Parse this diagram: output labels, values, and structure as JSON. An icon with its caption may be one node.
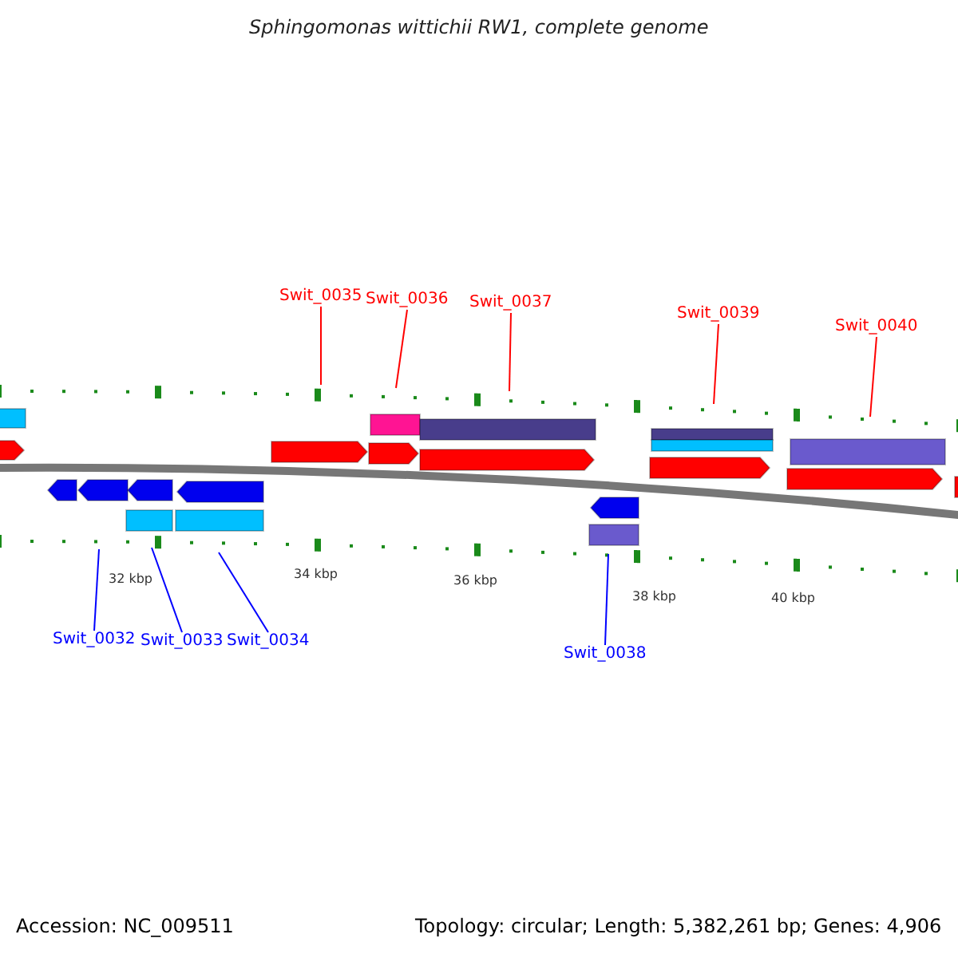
{
  "diagram": {
    "title": "Sphingomonas wittichii RW1, complete genome",
    "nodes": [
      {
        "text": [
          "Swit_0035"
        ]
      },
      {
        "text": [
          "Swit_0036"
        ]
      },
      {
        "text": [
          "Swit_0037"
        ]
      },
      {
        "text": [
          "Swit_0039"
        ]
      },
      {
        "text": [
          "Swit_0040"
        ]
      },
      {
        "text": [
          "Swit_0032"
        ]
      },
      {
        "text": [
          "Swit_0033"
        ]
      },
      {
        "text": [
          "Swit_0034"
        ]
      },
      {
        "text": [
          "Swit_0038"
        ]
      }
    ],
    "edges": [
      {
        "from": 0,
        "to": null,
        "arrow": "none"
      },
      {
        "from": 1,
        "to": null,
        "arrow": "none"
      },
      {
        "from": 2,
        "to": null,
        "arrow": "none"
      },
      {
        "from": 3,
        "to": null,
        "arrow": "none"
      },
      {
        "from": 4,
        "to": null,
        "arrow": "none"
      },
      {
        "from": 5,
        "to": null,
        "arrow": "none",
        "color": "#0000ff"
      },
      {
        "from": 6,
        "to": null,
        "arrow": "none",
        "color": "#0000ff"
      },
      {
        "from": 7,
        "to": null,
        "arrow": "none",
        "color": "#0000ff"
      },
      {
        "from": 8,
        "to": null,
        "arrow": "none",
        "color": "#0000ff"
      }
    ],
    "labels": [
      "32 kbp",
      "34 kbp",
      "36 kbp",
      "38 kbp",
      "40 kbp",
      "Accession: NC_009511",
      "Topology: circular; Length: 5,382,261 bp; Genes: 4,906"
    ]
  }
}
